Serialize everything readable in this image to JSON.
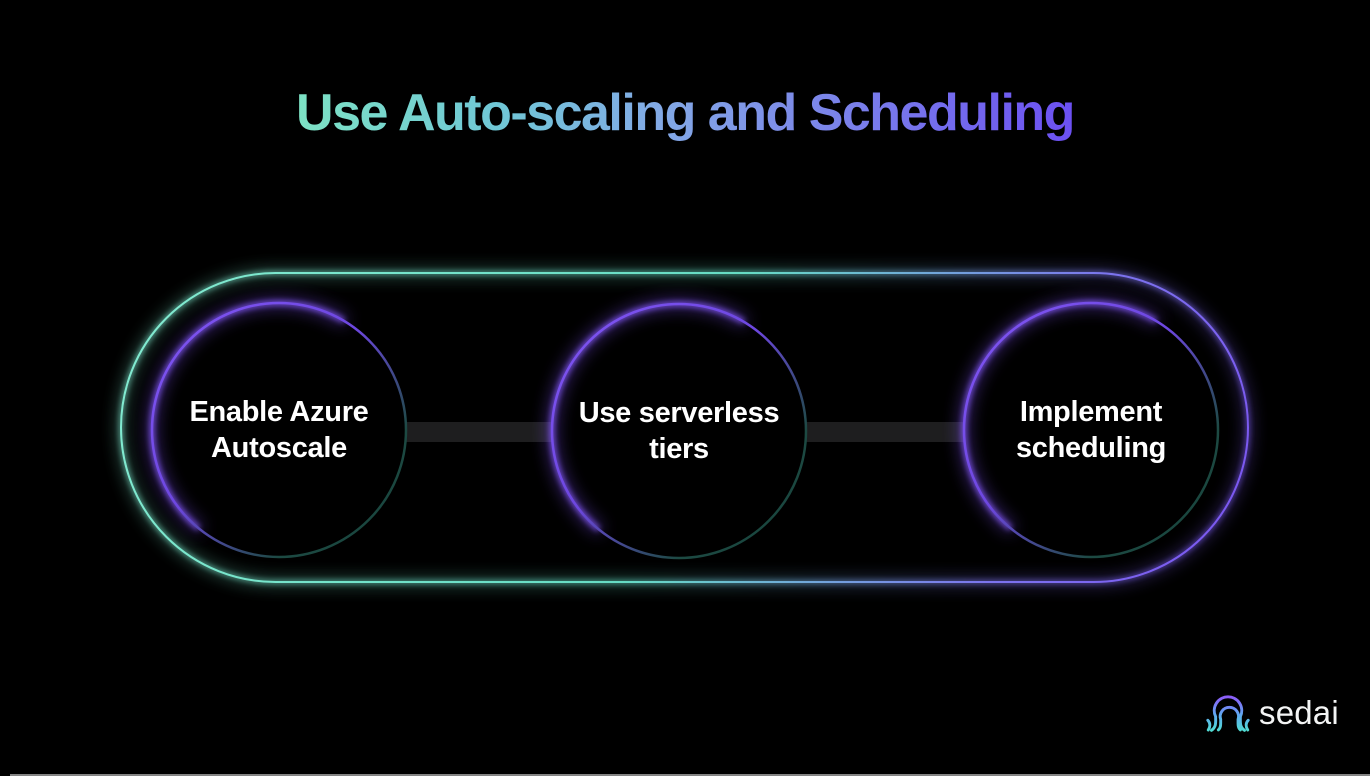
{
  "title": {
    "text": "Use Auto-scaling and Scheduling"
  },
  "steps": [
    {
      "label": "Enable Azure Autoscale",
      "line1": "Enable Azure",
      "line2": "Autoscale"
    },
    {
      "label": "Use serverless tiers",
      "line1": "Use serverless",
      "line2": "tiers"
    },
    {
      "label": "Implement scheduling",
      "line1": "Implement",
      "line2": "scheduling"
    }
  ],
  "logo": {
    "text": "sedai",
    "icon": "sedai-jellyfish-icon"
  },
  "colors": {
    "background": "#000000",
    "title_gradient_start": "#7de2c4",
    "title_gradient_mid": "#7d8ce8",
    "title_gradient_end": "#6c50f2",
    "pill_gradient_start": "#85ecd2",
    "pill_gradient_end": "#7b4ff2",
    "circle_gradient_start": "#8156f5",
    "circle_gradient_end": "#16423a",
    "connector": "#1e1e1f",
    "label_text": "#ffffff",
    "logo_text": "#f3f4f4"
  }
}
